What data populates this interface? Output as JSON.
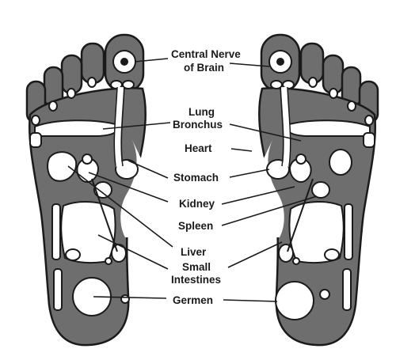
{
  "diagram": {
    "labels": {
      "central_nerve_line1": "Central Nerve",
      "central_nerve_line2": "of Brain",
      "lung_line1": "Lung",
      "lung_line2": "Bronchus",
      "heart": "Heart",
      "stomach": "Stomach",
      "kidney": "Kidney",
      "spleen": "Spleen",
      "liver": "Liver",
      "small_intestines_line1": "Small",
      "small_intestines_line2": "Intestines",
      "germen": "Germen"
    },
    "colors": {
      "foot_fill": "#6e6e6e",
      "zone_fill": "#ffffff",
      "outline": "#1a1a1a",
      "arch_fill": "#ffffff",
      "background": "#ffffff"
    }
  }
}
